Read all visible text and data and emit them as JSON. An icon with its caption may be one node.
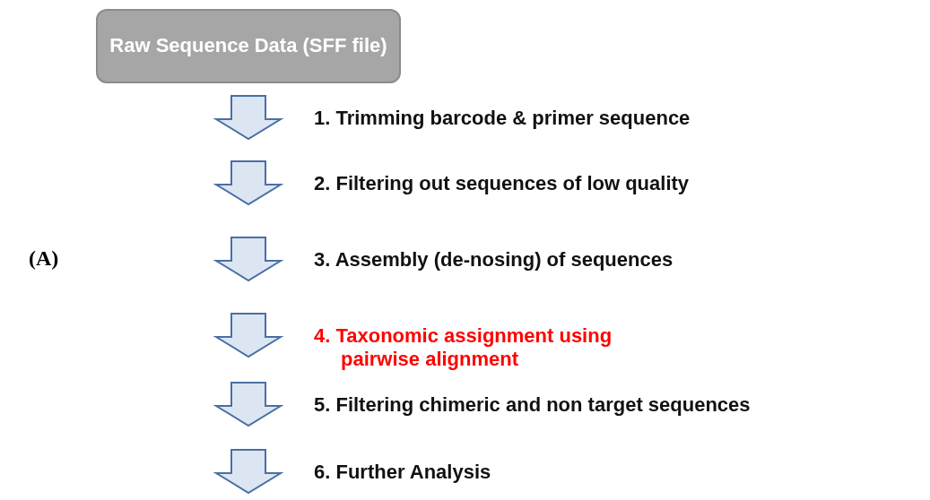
{
  "diagram": {
    "nodes": [
      {
        "text": [
          "Raw Sequence Data (SFF file)"
        ]
      },
      {
        "text": [
          "1. Trimming barcode & primer sequence"
        ]
      },
      {
        "text": [
          "2. Filtering out sequences of low quality"
        ]
      },
      {
        "text": [
          "3. Assembly (de-nosing) of sequences"
        ]
      },
      {
        "text": [
          "4. Taxonomic assignment using pairwise alignment"
        ]
      },
      {
        "text": [
          "5. Filtering chimeric and non target sequences"
        ]
      },
      {
        "text": [
          "6. Further Analysis"
        ]
      }
    ],
    "edges": [
      {
        "from": 0,
        "to": 1,
        "arrow": "to"
      },
      {
        "from": 1,
        "to": 2,
        "arrow": "to"
      },
      {
        "from": 2,
        "to": 3,
        "arrow": "to"
      },
      {
        "from": 3,
        "to": 4,
        "arrow": "to"
      },
      {
        "from": 4,
        "to": 5,
        "arrow": "to"
      },
      {
        "from": 5,
        "to": 6,
        "arrow": "to"
      }
    ],
    "labels": [
      "(A)"
    ]
  }
}
